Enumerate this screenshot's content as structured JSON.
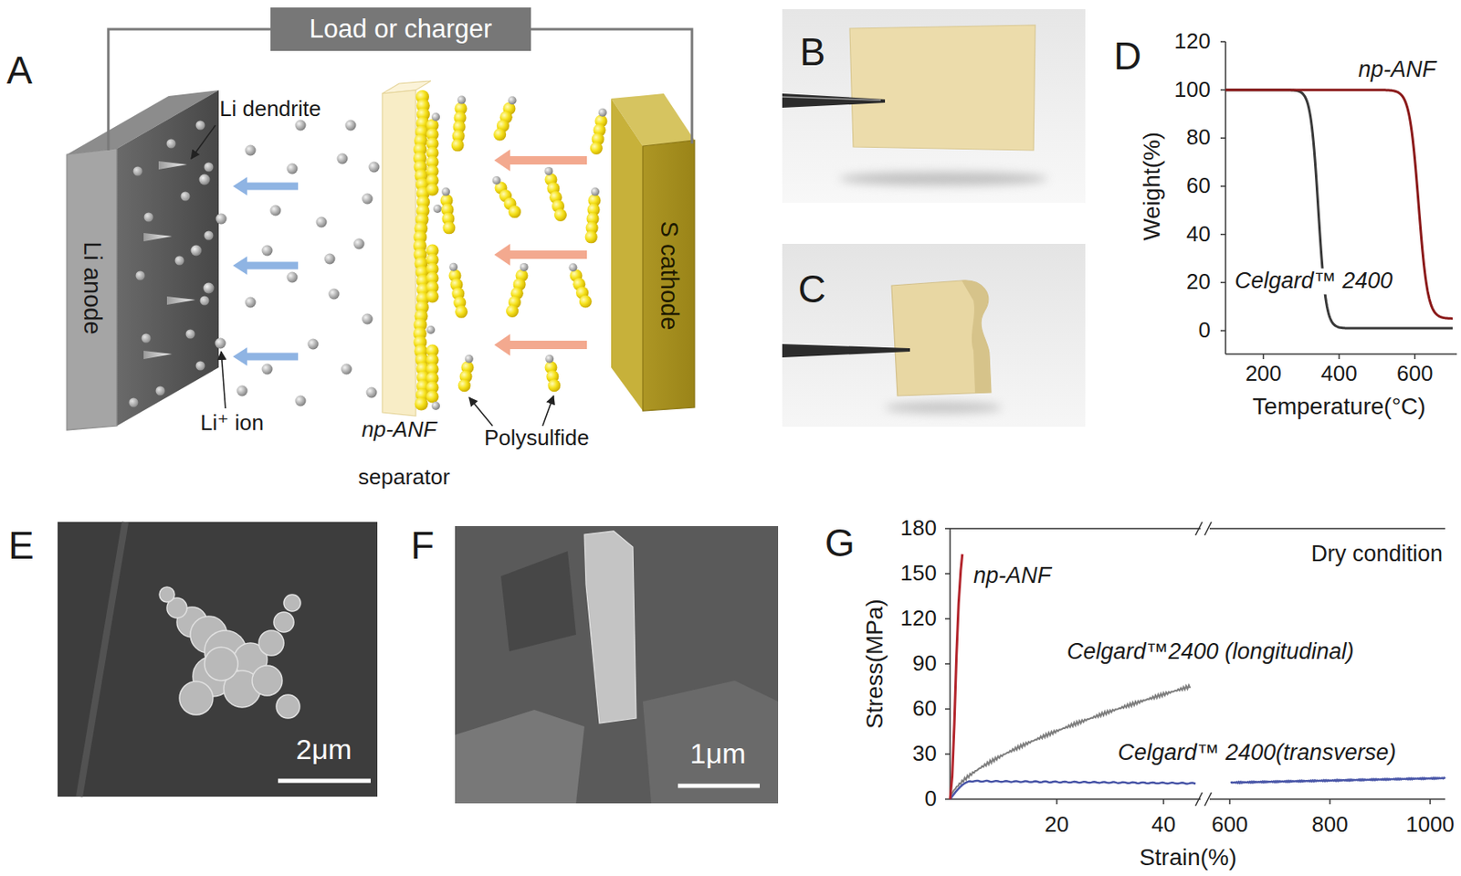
{
  "diagram": {
    "nodes": [
      {
        "text": [
          "Load or charger"
        ]
      },
      {
        "text": [
          "Li anode"
        ]
      },
      {
        "text": [
          "S cathode"
        ]
      }
    ],
    "edges": [
      {
        "from": 0,
        "to": 1,
        "arrow": "none"
      },
      {
        "from": 0,
        "to": 2,
        "arrow": "none"
      }
    ],
    "labels": [
      "A",
      "Li dendrite",
      "Li⁺ ion",
      "np-ANF",
      "separator",
      "Polysulfide",
      "B",
      "C",
      "D",
      "Weight(%)",
      "120",
      "100",
      "80",
      "60",
      "40",
      "20",
      "0",
      "200",
      "400",
      "600",
      "Temperature(°C)",
      "np-ANF",
      "Celgard™ 2400",
      "E",
      "2μm",
      "F",
      "1μm",
      "G",
      "Stress(MPa)",
      "180",
      "150",
      "120",
      "90",
      "60",
      "30",
      "0",
      "20",
      "40",
      "600",
      "800",
      "1000",
      "Strain(%)",
      "Dry condition",
      "np-ANF",
      "Celgard™2400 (longitudinal)",
      "Celgard™ 2400(transverse)"
    ]
  }
}
